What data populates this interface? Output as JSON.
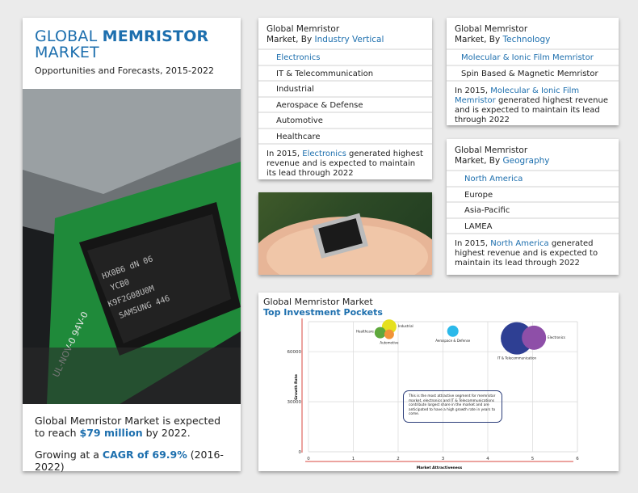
{
  "header": {
    "title_light": "GLOBAL",
    "title_bold": "MEMRISTOR",
    "title_line2": "MARKET",
    "subtitle": "Opportunities and Forecasts, 2015-2022"
  },
  "photo": {
    "chip_text": [
      "SAMSUNG 446",
      "K9F2G08U0M",
      "YCB0",
      "HX0B6 dN 06"
    ],
    "board_text": "UL-NOV-0 94V-0"
  },
  "summary": {
    "line1": "Global Memristor Market is expected",
    "to_reach": "to reach ",
    "value": "$79 million",
    "by": " by 2022.",
    "growing": "Growing at a ",
    "cagr": "CAGR of 69.9%",
    "period": " (2016-2022)"
  },
  "industry": {
    "title1": "Global Memristor",
    "title2": "Market, By ",
    "title_hl": "Industry Vertical",
    "items": [
      "Electronics",
      "IT & Telecommunication",
      "Industrial",
      "Aerospace & Defense",
      "Automotive",
      "Healthcare"
    ],
    "note_pre": "In 2015, ",
    "note_hl": "Electronics",
    "note_post": " generated highest revenue and is expected to maintain its lead through 2022"
  },
  "technology": {
    "title1": "Global Memristor",
    "title2": "Market, By ",
    "title_hl": "Technology",
    "items": [
      "Molecular & Ionic Film Memristor",
      "Spin Based & Magnetic Memristor"
    ],
    "note_pre": "In 2015, ",
    "note_hl": "Molecular & Ionic Film Memristor",
    "note_post": " generated highest revenue and is expected to maintain its lead through 2022"
  },
  "geography": {
    "title1": "Global Memristor",
    "title2": "Market, By ",
    "title_hl": "Geography",
    "items": [
      "North America",
      "Europe",
      "Asia-Pacific",
      "LAMEA"
    ],
    "note_pre": "In 2015, ",
    "note_hl": "North America",
    "note_post": " generated highest revenue and is expected to maintain its lead through 2022"
  },
  "chart_data": {
    "type": "scatter",
    "title": "Global Memristor Market",
    "subtitle": "Top Investment Pockets",
    "xlabel": "Market Attractiveness",
    "ylabel": "Growth Rate",
    "xlim": [
      0,
      6
    ],
    "ylim": [
      0,
      78000
    ],
    "xticks": [
      0,
      1,
      2,
      3,
      4,
      5,
      6
    ],
    "yticks": [
      0,
      30000,
      60000
    ],
    "grid": true,
    "points": [
      {
        "name": "Industrial",
        "x": 1.8,
        "y": 75000,
        "size": 9,
        "color": "#e5e01e",
        "label_pos": "right"
      },
      {
        "name": "Healthcare",
        "x": 1.6,
        "y": 71400,
        "size": 7,
        "color": "#5ea83c",
        "label_pos": "left"
      },
      {
        "name": "Automotive",
        "x": 1.8,
        "y": 70400,
        "size": 6,
        "color": "#f19338",
        "label_pos": "below"
      },
      {
        "name": "Aerospace & Defense",
        "x": 3.22,
        "y": 72300,
        "size": 7,
        "color": "#2bb9ea",
        "label_pos": "below"
      },
      {
        "name": "IT & Telecommunication",
        "x": 4.65,
        "y": 68000,
        "size": 20,
        "color": "#2e3f93",
        "label_pos": "below"
      },
      {
        "name": "Electronics",
        "x": 5.03,
        "y": 68400,
        "size": 15,
        "color": "#8e4fa8",
        "label_pos": "right"
      }
    ],
    "annotation": "This is the most attractive segment for memristor market, electronics and IT & Telecommunications contribute largest share in the market and are anticipated to have a high growth rate in years to come."
  }
}
